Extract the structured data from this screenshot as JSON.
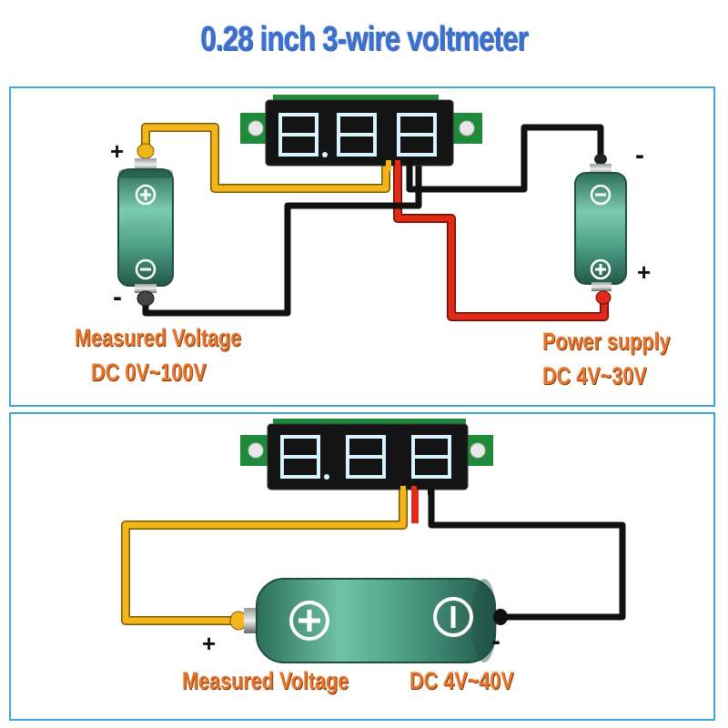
{
  "title": "0.28 inch 3-wire voltmeter",
  "top_diagram": {
    "measured_label": "Measured  Voltage",
    "measured_range": "DC 0V~100V",
    "supply_label": "Power supply",
    "supply_range": "DC 4V~30V",
    "left_battery": {
      "top_sign": "+",
      "bottom_sign": "-"
    },
    "right_battery": {
      "top_sign": "-",
      "bottom_sign": "+"
    }
  },
  "bottom_diagram": {
    "measured_label": "Measured   Voltage",
    "measured_range": "DC 4V~40V",
    "battery": {
      "left_sign": "+",
      "right_sign": "-"
    }
  },
  "colors": {
    "title": "#3b6fd0",
    "label": "#e8742a",
    "panel_border": "#3fa6d8",
    "wire_yellow": "#f2b51c",
    "wire_red": "#e02a1a",
    "wire_black": "#111111",
    "battery": "#3f8f78",
    "display_segment": "#d9f3ff"
  }
}
